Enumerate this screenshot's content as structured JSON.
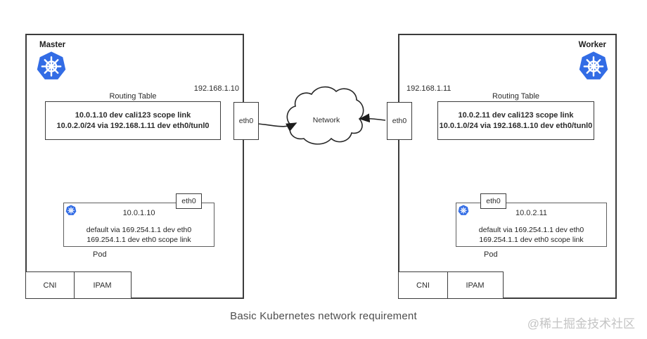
{
  "caption": "Basic Kubernetes network requirement",
  "watermark": "@稀土掘金技术社区",
  "cloud": {
    "label": "Network"
  },
  "colors": {
    "kubernetes_blue": "#326CE5",
    "line": "#3c3c3c",
    "caption_text": "#4d4d4d",
    "watermark_text": "#c4c4c4"
  },
  "nodes": [
    {
      "title": "Master",
      "host_ip": "192.168.1.10",
      "nic_label": "eth0",
      "routing_table": {
        "title": "Routing Table",
        "line1": "10.0.1.10 dev cali123 scope link",
        "line2": "10.0.2.0/24 via 192.168.1.11 dev eth0/tunl0"
      },
      "pod": {
        "label": "Pod",
        "nic_label": "eth0",
        "ip": "10.0.1.10",
        "route1": "default via 169.254.1.1 dev eth0",
        "route2": "169.254.1.1 dev eth0 scope link"
      },
      "cni_label": "CNI",
      "ipam_label": "IPAM"
    },
    {
      "title": "Worker",
      "host_ip": "192.168.1.11",
      "nic_label": "eth0",
      "routing_table": {
        "title": "Routing Table",
        "line1": "10.0.2.11 dev cali123 scope link",
        "line2": "10.0.1.0/24 via 192.168.1.10 dev eth0/tunl0"
      },
      "pod": {
        "label": "Pod",
        "nic_label": "eth0",
        "ip": "10.0.2.11",
        "route1": "default via 169.254.1.1 dev eth0",
        "route2": "169.254.1.1 dev eth0 scope link"
      },
      "cni_label": "CNI",
      "ipam_label": "IPAM"
    }
  ]
}
